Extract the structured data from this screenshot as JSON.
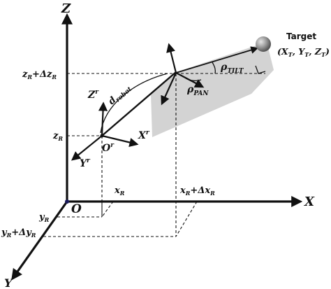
{
  "axes": {
    "x": "X",
    "y": "Y",
    "z": "Z",
    "origin": "O"
  },
  "robot_frame": {
    "origin": "O",
    "origin_sup": "r",
    "x": "X",
    "x_sup": "r",
    "y": "Y",
    "y_sup": "r",
    "z": "Z",
    "z_sup": "r"
  },
  "coordinates": {
    "x_r": "x",
    "x_r_sub": "R",
    "y_r": "y",
    "y_r_sub": "R",
    "z_r": "z",
    "z_r_sub": "R",
    "x_r_delta_main": "x",
    "x_r_delta_sub1": "R",
    "x_r_delta_mid": "+Δx",
    "x_r_delta_sub2": "R",
    "y_r_delta_main": "y",
    "y_r_delta_sub1": "R",
    "y_r_delta_mid": "+Δy",
    "y_r_delta_sub2": "R",
    "z_r_delta_main": "z",
    "z_r_delta_sub1": "R",
    "z_r_delta_mid": "+Δz",
    "z_r_delta_sub2": "R"
  },
  "distance": {
    "main": "d",
    "sub": "robot"
  },
  "angles": {
    "tilt_main": "ρ",
    "tilt_sub": "TILT",
    "pan_main": "ρ",
    "pan_sub": "PAN"
  },
  "target": {
    "label": "Target",
    "open": "(",
    "x": "X",
    "x_sub": "T",
    "sep1": ", ",
    "y": "Y",
    "y_sub": "T",
    "sep2": ", ",
    "z": "Z",
    "z_sub": "T",
    "close": ")"
  },
  "colors": {
    "plane": "#d3d3d3",
    "target_sphere": "#8a8a8a",
    "origin_dot": "#1a1a5a",
    "ink": "#111111"
  }
}
